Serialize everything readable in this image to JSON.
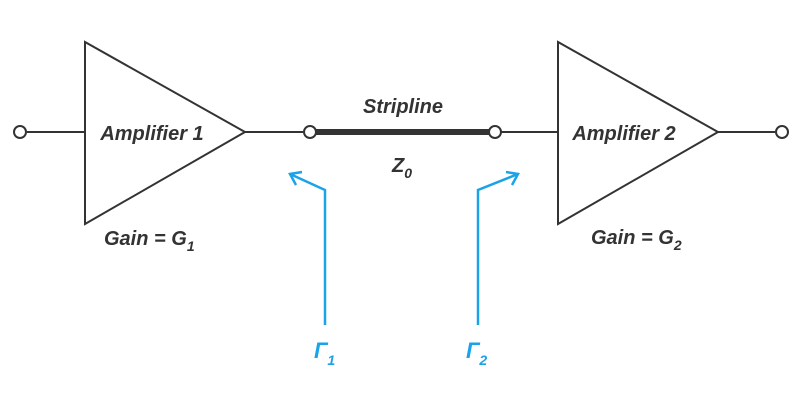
{
  "amplifier1": {
    "label": "Amplifier 1",
    "gain_prefix": "Gain = G",
    "gain_subscript": "1"
  },
  "amplifier2": {
    "label": "Amplifier 2",
    "gain_prefix": "Gain = G",
    "gain_subscript": "2"
  },
  "stripline": {
    "label": "Stripline",
    "impedance_symbol": "Z",
    "impedance_subscript": "0"
  },
  "reflection1": {
    "symbol": "Γ",
    "subscript": "1"
  },
  "reflection2": {
    "symbol": "Γ",
    "subscript": "2"
  },
  "colors": {
    "line": "#333333",
    "reflection": "#1aa3e8"
  }
}
